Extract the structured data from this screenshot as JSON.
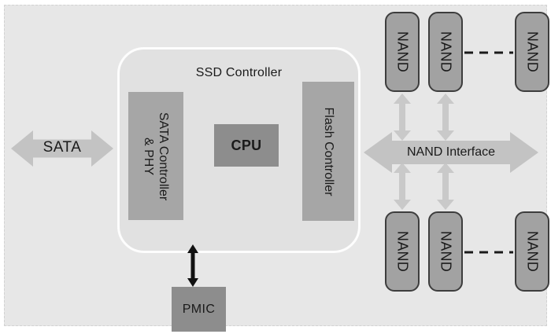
{
  "diagram": {
    "ssd_controller": {
      "title": "SSD Controller"
    },
    "blocks": {
      "sata_phy_line1": "SATA Controller",
      "sata_phy_line2": "& PHY",
      "cpu": "CPU",
      "flash_controller": "Flash Controller",
      "pmic": "PMIC"
    },
    "buses": {
      "sata": "SATA",
      "nand_interface": "NAND Interface"
    },
    "nand_label": "NAND",
    "nand_chip_count_top": 3,
    "nand_chip_count_bottom": 3,
    "colors": {
      "canvas_bg": "#e7e7e7",
      "ssd_box_bg": "#e1e1e1",
      "ssd_box_border": "#fdfdfd",
      "block_medium": "#a6a6a6",
      "block_dark": "#8d8d8d",
      "nand_chip_bg": "#a2a2a2",
      "nand_chip_border": "#3d3d3d",
      "arrow_gray": "#c3c3c3",
      "arrow_light": "#c9c9c9",
      "arrow_black": "#111111",
      "text": "#1a1a1a"
    }
  }
}
